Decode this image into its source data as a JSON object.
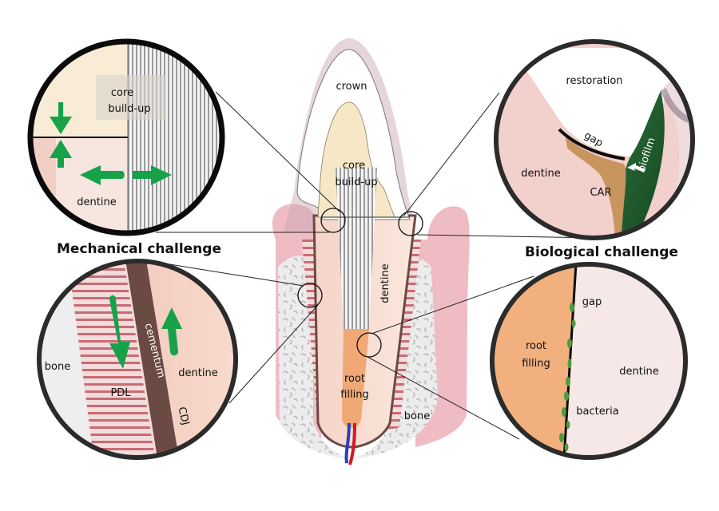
{
  "figure": {
    "headings": {
      "mechanical": "Mechanical challenge",
      "biological": "Biological challenge"
    },
    "tooth_labels": {
      "crown": "crown",
      "core_line1": "core",
      "core_line2": "build-up",
      "dentine": "dentine",
      "root_line1": "root",
      "root_line2": "filling",
      "bone": "bone"
    },
    "inset_core_interface": {
      "core_line1": "core",
      "core_line2": "build-up",
      "dentine": "dentine",
      "arrows": [
        "down",
        "up",
        "left",
        "right"
      ]
    },
    "inset_margin": {
      "restoration": "restoration",
      "gap": "gap",
      "biofilm": "biofilm",
      "dentine": "dentine",
      "car": "CAR"
    },
    "inset_pdl": {
      "bone": "bone",
      "pdl": "PDL",
      "cementum": "cementum",
      "dentine": "dentine",
      "cdj": "CDJ",
      "arrows": [
        "down",
        "up"
      ]
    },
    "inset_root_filling": {
      "root_line1": "root",
      "root_line2": "filling",
      "gap": "gap",
      "dentine": "dentine",
      "bacteria": "bacteria"
    },
    "colors": {
      "arrow_green": "#17a24a",
      "core_cream": "#f6e9cf",
      "dentine_pink": "#f3d2c8",
      "gum_pink": "#eab3bc",
      "root_filling": "#f2b07f",
      "biofilm_green": "#1e5a2c",
      "car_brown": "#c09060",
      "cementum_brown": "#6b4a44",
      "ring_dark": "#222222"
    }
  }
}
